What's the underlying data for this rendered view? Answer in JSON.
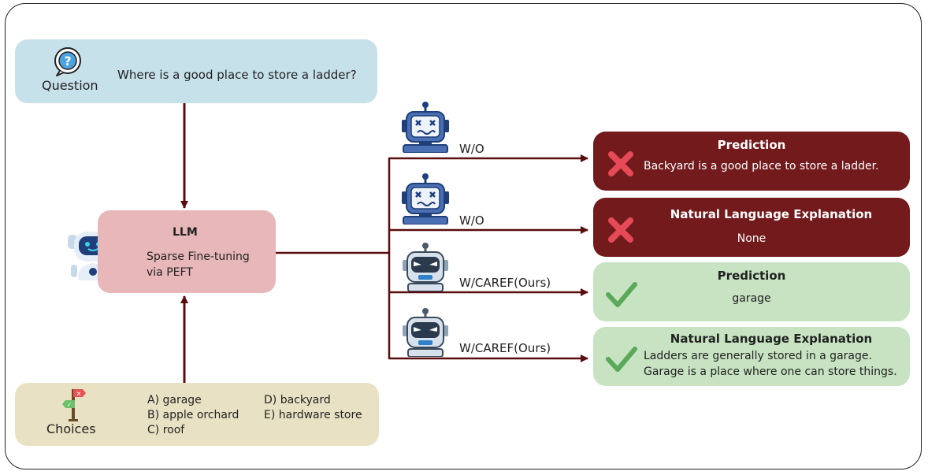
{
  "question": {
    "label": "Question",
    "text": "Where is a good place to store a ladder?",
    "icon": "question-mark-icon"
  },
  "llm": {
    "title": "LLM",
    "desc_line1": "Sparse Fine-tuning",
    "desc_line2": "via PEFT",
    "icon": "chatbot-icon"
  },
  "choices": {
    "label": "Choices",
    "icon": "signpost-icon",
    "items": [
      "A) garage",
      "B) apple orchard",
      "C) roof",
      "D) backyard",
      "E) hardware store"
    ]
  },
  "branches": [
    {
      "label": "W/O",
      "robot": "broken-robot-icon"
    },
    {
      "label": "W/O",
      "robot": "broken-robot-icon"
    },
    {
      "label": "W/CAREF(Ours)",
      "robot": "angry-robot-icon"
    },
    {
      "label": "W/CAREF(Ours)",
      "robot": "angry-robot-icon"
    }
  ],
  "outputs": [
    {
      "title": "Prediction",
      "lines": [
        "Backyard is a good place to store a ladder."
      ],
      "status": "wrong"
    },
    {
      "title": "Natural Language  Explanation",
      "lines": [
        "None"
      ],
      "status": "wrong"
    },
    {
      "title": "Prediction",
      "lines": [
        "garage"
      ],
      "status": "correct"
    },
    {
      "title": "Natural Language  Explanation",
      "lines": [
        "Ladders are generally stored in a garage.",
        "Garage is a place where one can store things."
      ],
      "status": "correct"
    }
  ],
  "colors": {
    "arrow": "#5a0c0f",
    "wrong_box": "#721a1c",
    "wrong_mark": "#e64a57",
    "correct_box": "#c7e3c2",
    "correct_mark": "#5aa85a"
  }
}
